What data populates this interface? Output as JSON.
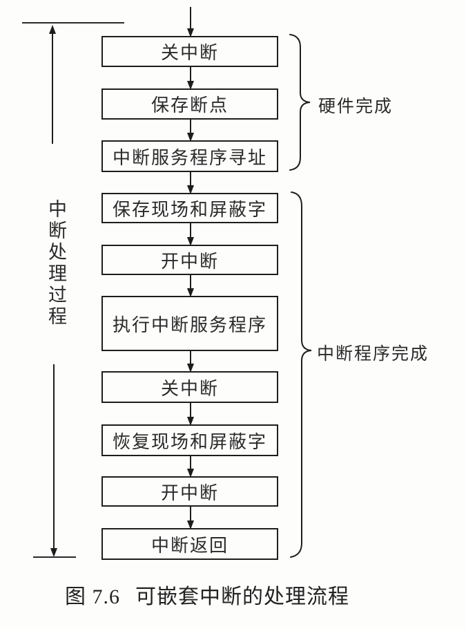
{
  "figure": {
    "number": "图 7.6",
    "title": "可嵌套中断的处理流程"
  },
  "left_bracket": {
    "label": "中断处理过程"
  },
  "flowchart": {
    "type": "flowchart",
    "steps": [
      {
        "label": "关中断"
      },
      {
        "label": "保存断点"
      },
      {
        "label": "中断服务程序寻址"
      },
      {
        "label": "保存现场和屏蔽字"
      },
      {
        "label": "开中断"
      },
      {
        "label": "执行中断服务程序"
      },
      {
        "label": "关中断"
      },
      {
        "label": "恢复现场和屏蔽字"
      },
      {
        "label": "开中断"
      },
      {
        "label": "中断返回"
      }
    ]
  },
  "braces": [
    {
      "label": "硬件完成",
      "covers_steps": "1-3"
    },
    {
      "label": "中断程序完成",
      "covers_steps": "4-10"
    }
  ],
  "colors": {
    "ink": "#1d1d1d",
    "background": "#fdfdfc"
  }
}
